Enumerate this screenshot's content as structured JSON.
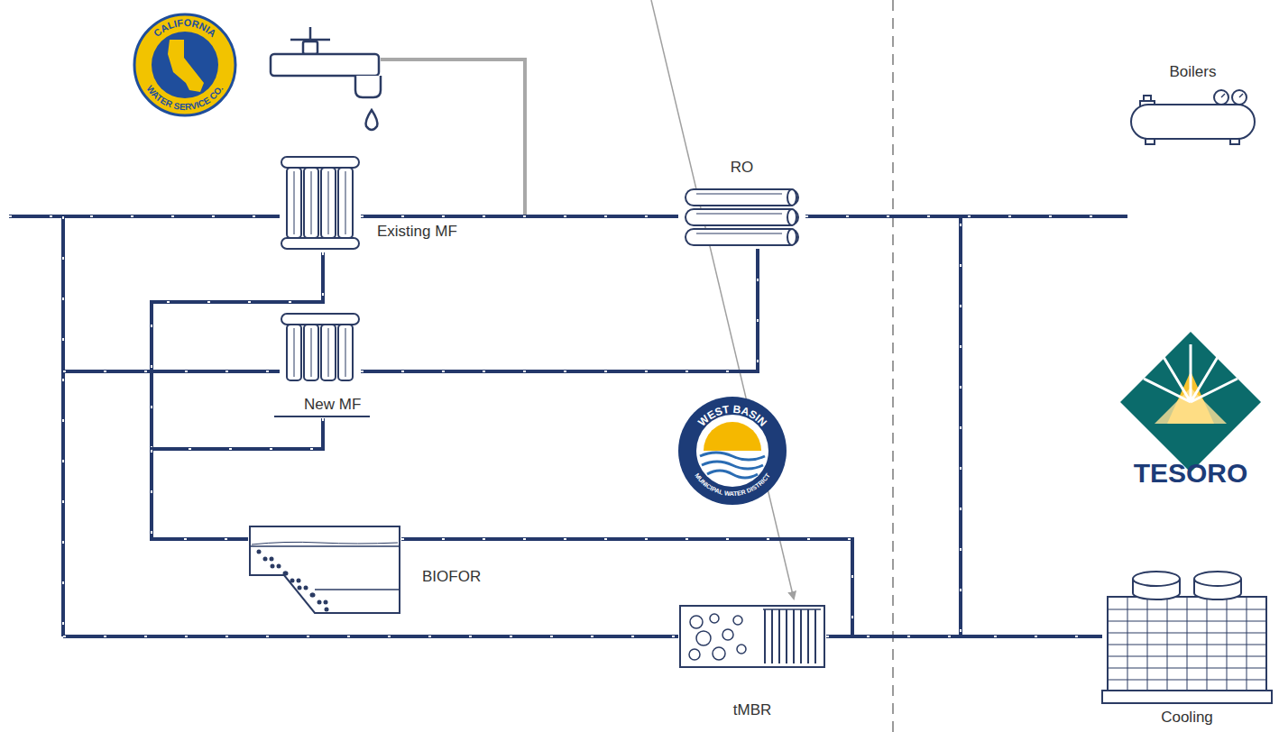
{
  "diagram": {
    "nodes": [
      {
        "text": [
          "Existing MF"
        ]
      },
      {
        "text": [
          "RO"
        ]
      },
      {
        "text": [
          "Boilers"
        ]
      },
      {
        "text": [
          "New MF"
        ]
      },
      {
        "text": [
          "BIOFOR"
        ]
      },
      {
        "text": [
          "tMBR"
        ]
      },
      {
        "text": [
          "Cooling"
        ]
      }
    ],
    "edges": [
      {
        "from": 0,
        "to": 1,
        "arrow": "none"
      },
      {
        "from": 3,
        "to": 1,
        "arrow": "none"
      },
      {
        "from": 0,
        "to": 4,
        "arrow": "none"
      },
      {
        "from": 3,
        "to": 4,
        "arrow": "none"
      },
      {
        "from": 4,
        "to": 6,
        "arrow": "none"
      },
      {
        "from": 5,
        "to": 6,
        "arrow": "none"
      },
      {
        "from": 1,
        "to": 2,
        "arrow": "none"
      },
      {
        "from": 1,
        "to": 6,
        "arrow": "none"
      }
    ],
    "labels": [
      "CALIFORNIA",
      "WATER SERVICE CO.",
      "WEST BASIN",
      "MUNICIPAL WATER DISTRICT",
      "TESORO"
    ]
  }
}
